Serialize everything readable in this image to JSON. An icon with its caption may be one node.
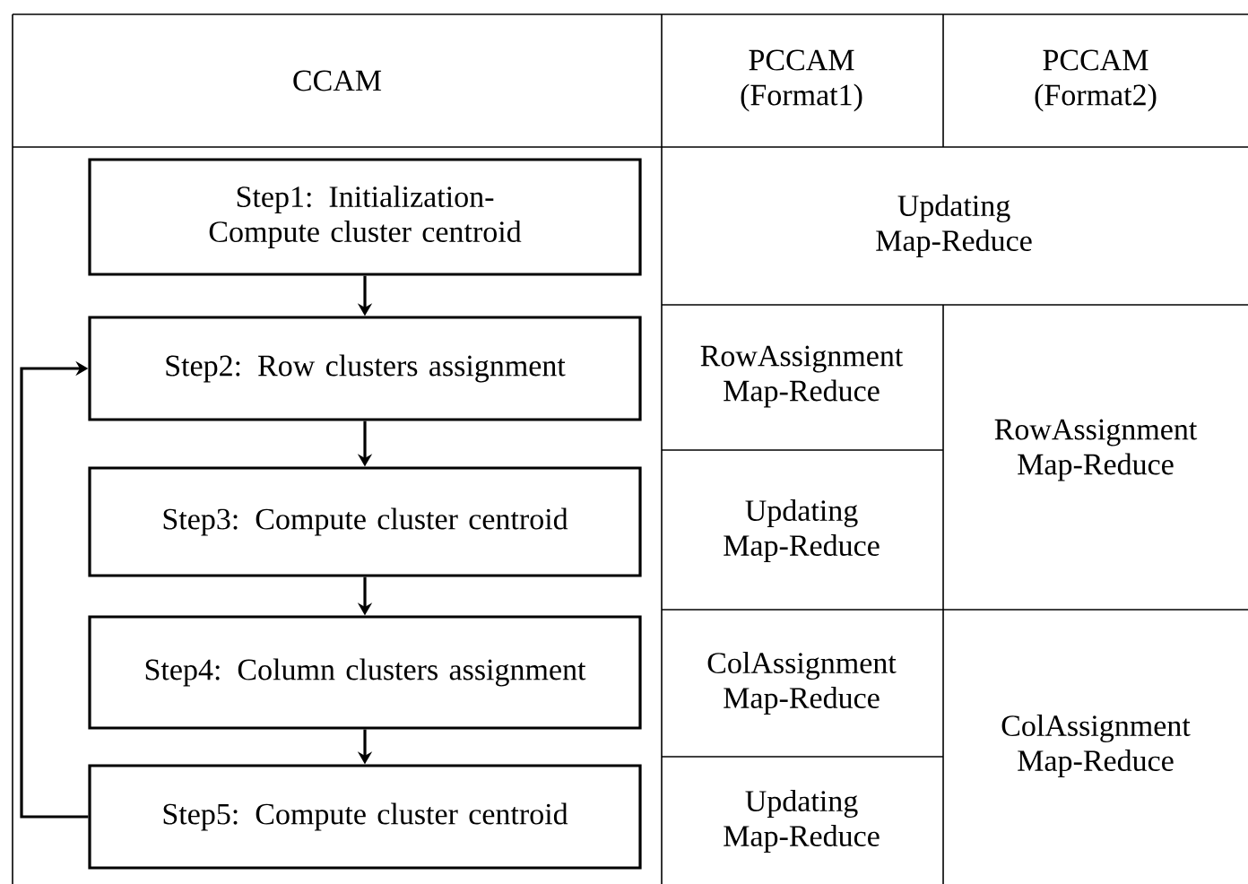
{
  "diagram": {
    "nodes": [
      {
        "text": [
          "Step1: Initialization- Compute cluster centroid"
        ]
      },
      {
        "text": [
          "Step2: Row clusters assignment"
        ]
      },
      {
        "text": [
          "Step3: Compute cluster centroid"
        ]
      },
      {
        "text": [
          "Step4: Column clusters assignment"
        ]
      },
      {
        "text": [
          "Step5: Compute cluster centroid"
        ]
      }
    ],
    "edges": [
      {
        "from": 0,
        "to": 1,
        "arrow": "to"
      },
      {
        "from": 1,
        "to": 2,
        "arrow": "to"
      },
      {
        "from": 2,
        "to": 3,
        "arrow": "to"
      },
      {
        "from": 3,
        "to": 4,
        "arrow": "to"
      },
      {
        "from": 4,
        "to": 1,
        "arrow": "to"
      }
    ],
    "labels": [
      "CCAM",
      "PCCAM (Format1)",
      "PCCAM (Format2)",
      "Updating Map-Reduce",
      "RowAssignment Map-Reduce",
      "RowAssignment Map-Reduce",
      "Updating Map-Reduce",
      "ColAssignment Map-Reduce",
      "ColAssignment Map-Reduce",
      "Updating Map-Reduce"
    ]
  }
}
